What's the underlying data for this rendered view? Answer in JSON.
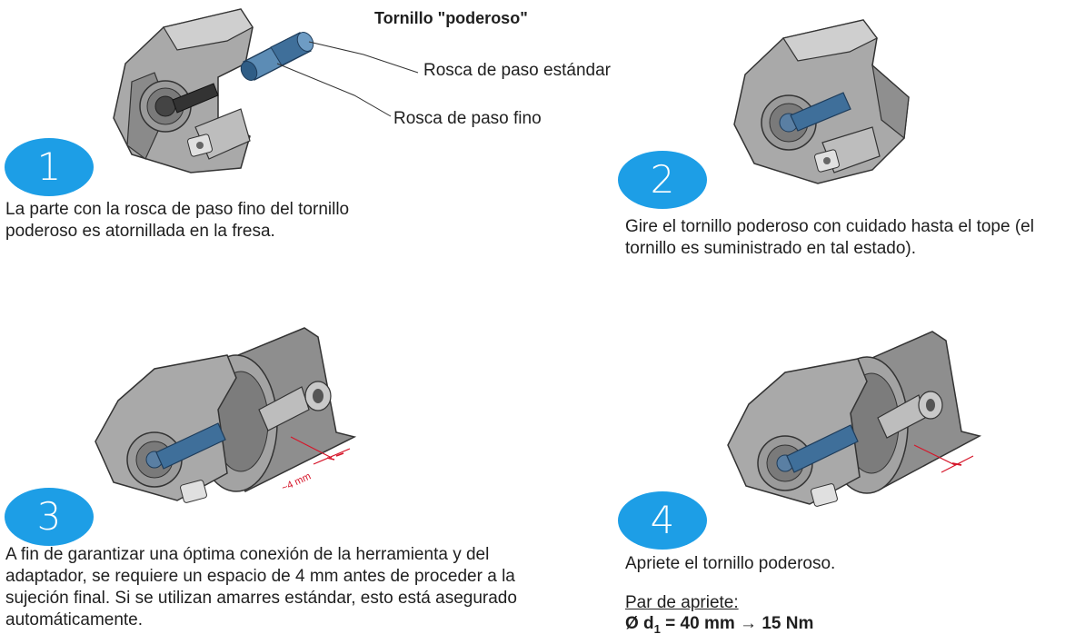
{
  "step1": {
    "number": "1",
    "caption": "La parte con la rosca de paso fino del tornillo poderoso es atornillada en la fresa.",
    "screw_title": "Tornillo \"poderoso\"",
    "label_standard": "Rosca de paso estándar",
    "label_fine": "Rosca de paso fino"
  },
  "step2": {
    "number": "2",
    "caption": "Gire el tornillo poderoso con cuidado hasta el tope (el tornillo es suministrado en tal estado)."
  },
  "step3": {
    "number": "3",
    "caption": "A fin de garantizar una óptima conexión de la herramienta y del adaptador, se requiere un espacio de 4 mm antes de proceder a la sujeción final. Si se utilizan amarres estándar, esto está asegurado automáticamente.",
    "gap_label": "~4 mm"
  },
  "step4": {
    "number": "4",
    "caption": "Apriete el tornillo poderoso.",
    "torque_heading": "Par de apriete:",
    "torque_prefix": "Ø d",
    "torque_sub": "1",
    "torque_value": " = 40 mm → 15 Nm"
  },
  "colors": {
    "badge": "#1d9ee6",
    "dimension": "#d6162a",
    "metal": "#8e8e8e",
    "screw_blue": "#3f6f9a"
  }
}
